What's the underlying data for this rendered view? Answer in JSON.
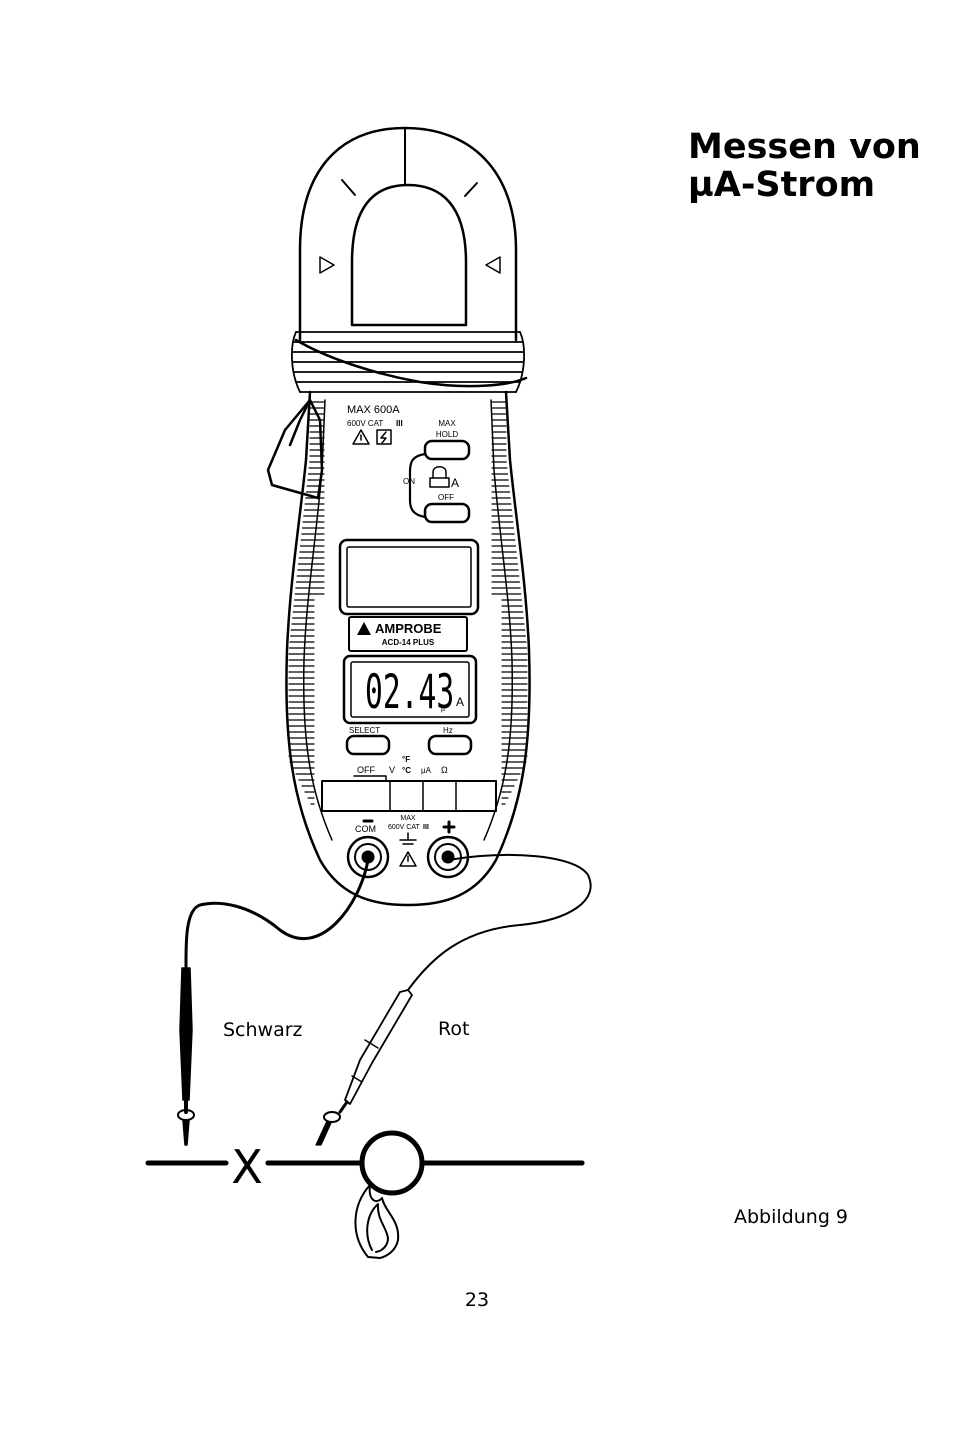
{
  "title": {
    "line1": "Messen von",
    "line2": "µA-Strom"
  },
  "figure": {
    "caption": "Abbildung 9",
    "probe_labels": {
      "black": "Schwarz",
      "red": "Rot"
    },
    "circuit_break_mark": "X",
    "meter": {
      "max_rating": "MAX 600A",
      "cat_rating": "600V CAT",
      "cat_level": "III",
      "max_hold_line1": "MAX",
      "max_hold_line2": "HOLD",
      "lock_on": "ON",
      "lock_off": "OFF",
      "lock_unit": "A",
      "brand": "AMPROBE",
      "model": "ACD-14 PLUS",
      "reading": "02.43",
      "reading_prefix": "µ",
      "reading_unit": "A",
      "select_label": "SELECT",
      "hz_label": "Hz",
      "dial_off": "OFF",
      "dial_v": "V",
      "dial_f": "°F",
      "dial_c": "°C",
      "dial_ua": "µA",
      "dial_ohm": "Ω",
      "com_label": "COM",
      "jack_max": "MAX",
      "jack_cat": "600V CAT",
      "jack_cat_level": "III"
    }
  },
  "page_number": "23"
}
